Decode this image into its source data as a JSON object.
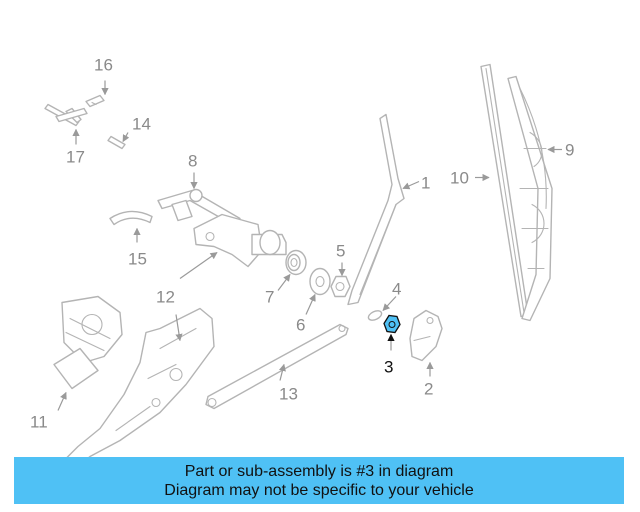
{
  "callouts": {
    "c1": "1",
    "c2": "2",
    "c3": "3",
    "c4": "4",
    "c5": "5",
    "c6": "6",
    "c7": "7",
    "c8": "8",
    "c9": "9",
    "c10": "10",
    "c11": "11",
    "c12": "12",
    "c13": "13",
    "c14": "14",
    "c15": "15",
    "c16": "16",
    "c17": "17"
  },
  "highlight": {
    "part_number": "3",
    "color": "#4fc1f5"
  },
  "banner": {
    "line1": "Part or sub-assembly is #3 in diagram",
    "line2": "Diagram may not be specific to your vehicle",
    "background": "#4fc1f5"
  }
}
